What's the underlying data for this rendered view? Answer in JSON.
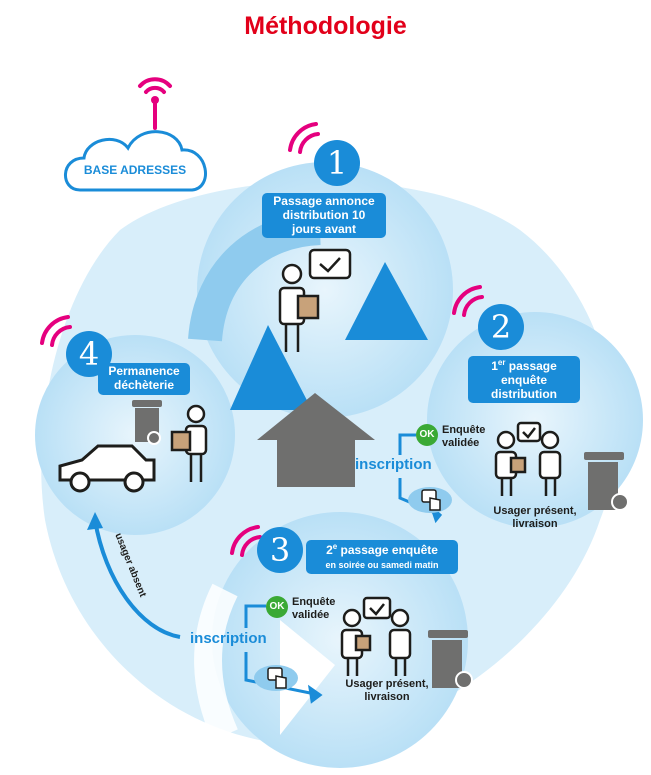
{
  "title": "Méthodologie",
  "cloud": {
    "label": "BASE ADRESSES",
    "icon": "signal-icon"
  },
  "step1": {
    "number": "1",
    "label": "Passage annonce distribution 10 jours avant"
  },
  "step2": {
    "number": "2",
    "label_main": "1",
    "label_sup": "er",
    "label_rest": " passage enquête distribution",
    "ok": "OK",
    "ok_text": "Enquête validée",
    "inscription": "inscription",
    "result": "Usager présent, livraison"
  },
  "step3": {
    "number": "3",
    "label_main": "2",
    "label_sup": "e",
    "label_rest": " passage enquête",
    "label_sub": "en soirée ou samedi matin",
    "ok": "OK",
    "ok_text": "Enquête validée",
    "inscription": "inscription",
    "result": "Usager présent, livraison"
  },
  "step4": {
    "number": "4",
    "label": "Permanence déchèterie",
    "arrow_label": "usager absent"
  },
  "colors": {
    "title": "#e2001a",
    "blue": "#1a8cd8",
    "light_blue": "#cfe9f8",
    "pink": "#e5007e",
    "green": "#3aa935",
    "gray": "#6f6f6e"
  }
}
